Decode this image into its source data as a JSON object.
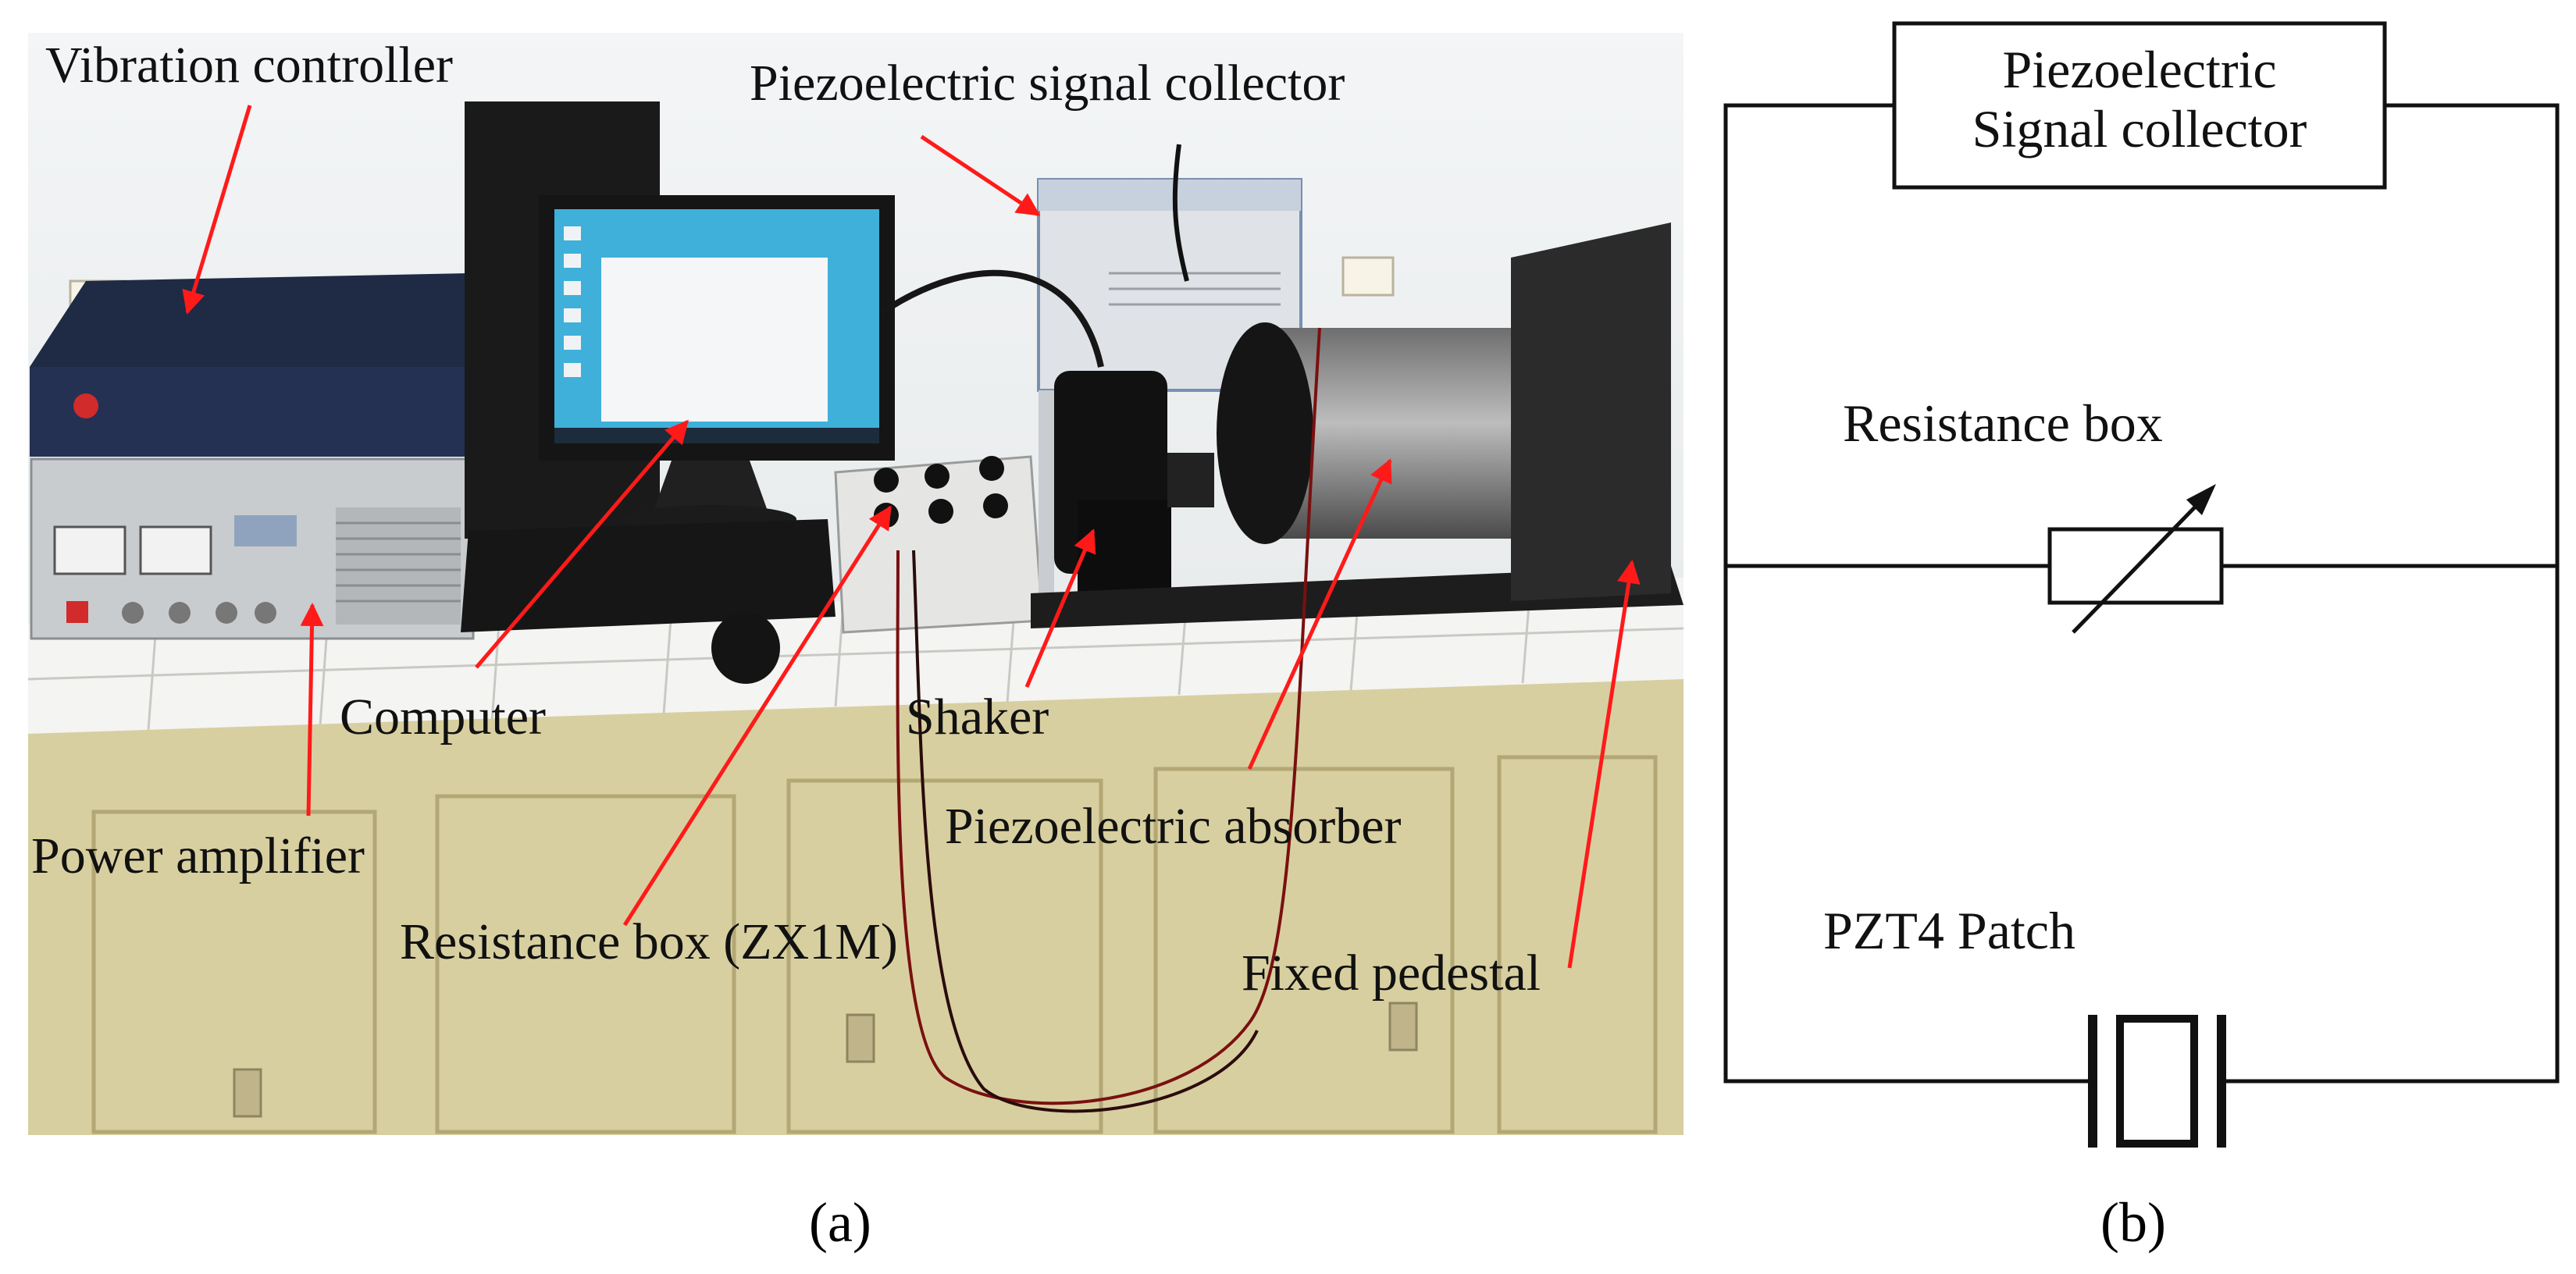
{
  "panel_a": {
    "caption": "(a)",
    "labels": {
      "vibration_controller": "Vibration controller",
      "piezoelectric_signal_collector": "Piezoelectric signal collector",
      "computer": "Computer",
      "shaker": "Shaker",
      "piezoelectric_absorber": "Piezoelectric absorber",
      "power_amplifier": "Power amplifier",
      "resistance_box_zx1m": "Resistance box (ZX1M)",
      "fixed_pedestal": "Fixed pedestal"
    },
    "colors": {
      "arrow": "#ff1a1a",
      "cabinet": "#d8cfa0",
      "wall": "#e9ecee"
    }
  },
  "panel_b": {
    "caption": "(b)",
    "collector_line1": "Piezoelectric",
    "collector_line2": "Signal collector",
    "resistance_box": "Resistance box",
    "pzt_patch": "PZT4 Patch"
  }
}
